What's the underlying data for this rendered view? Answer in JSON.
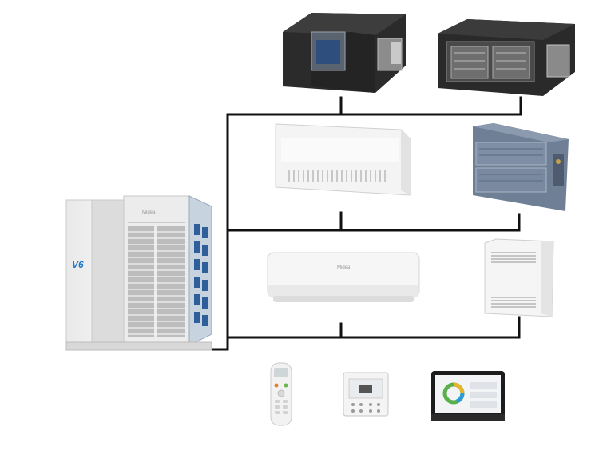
{
  "brand": {
    "logo_text": "Midea",
    "series_badge": "V6"
  },
  "colors": {
    "background": "#ffffff",
    "pipe": "#111111",
    "duct_body": "#2b2b2b",
    "unit_white": "#f3f3f3",
    "console_blue": "#6f7f95",
    "screen_dark": "#1c1c1c",
    "accent_blue": "#1f7ac9"
  },
  "devices": [
    {
      "name": "outdoor-vrf-unit",
      "icon": "outdoor-unit-icon"
    },
    {
      "name": "ducted-unit-small",
      "icon": "ducted-unit-icon"
    },
    {
      "name": "ducted-unit-large",
      "icon": "ducted-unit-icon"
    },
    {
      "name": "floor-standing-unit",
      "icon": "floor-standing-unit-icon"
    },
    {
      "name": "concealed-console-unit",
      "icon": "console-unit-icon"
    },
    {
      "name": "wall-mounted-split-unit",
      "icon": "wall-split-icon"
    },
    {
      "name": "floor-console-unit",
      "icon": "floor-console-icon"
    },
    {
      "name": "remote-control",
      "icon": "remote-control-icon"
    },
    {
      "name": "wired-controller",
      "icon": "wired-controller-icon"
    },
    {
      "name": "touch-screen-controller",
      "icon": "touch-controller-icon"
    }
  ]
}
